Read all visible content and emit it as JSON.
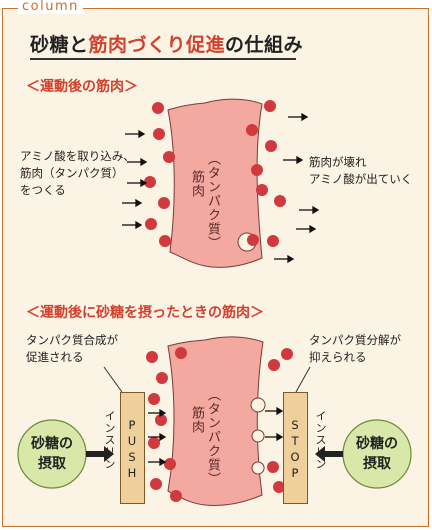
{
  "column_label": "column",
  "title": {
    "part1": "砂糖と",
    "part2": "筋肉づくり促進",
    "part3": "の仕組み"
  },
  "section1": {
    "heading": "＜運動後の筋肉＞",
    "muscle_text": [
      "（タンパク質）",
      "筋肉"
    ],
    "left_note": [
      "アミノ酸を取り込み、",
      "筋肉（タンパク質）",
      "をつくる"
    ],
    "right_note": [
      "筋肉が壊れ",
      "アミノ酸が出ていく"
    ]
  },
  "section2": {
    "heading": "＜運動後に砂糖を摂ったときの筋肉＞",
    "muscle_text": [
      "（タンパク質）",
      "筋肉"
    ],
    "left_note": [
      "タンパク質合成が",
      "促進される"
    ],
    "right_note": [
      "タンパク質分解が",
      "抑えられる"
    ],
    "left_circle": [
      "砂糖の",
      "摂取"
    ],
    "right_circle": [
      "砂糖の",
      "摂取"
    ],
    "insulin_label": "インスリン",
    "push_label": "PUSH",
    "stop_label": "STOP"
  },
  "colors": {
    "accent": "#d2402e",
    "frame": "#c8702f",
    "muscle_fill": "#f4a9a0",
    "dot": "#d03a3e",
    "circle_fill": "#d9e8a8",
    "box_fill": "#f0d09a"
  }
}
